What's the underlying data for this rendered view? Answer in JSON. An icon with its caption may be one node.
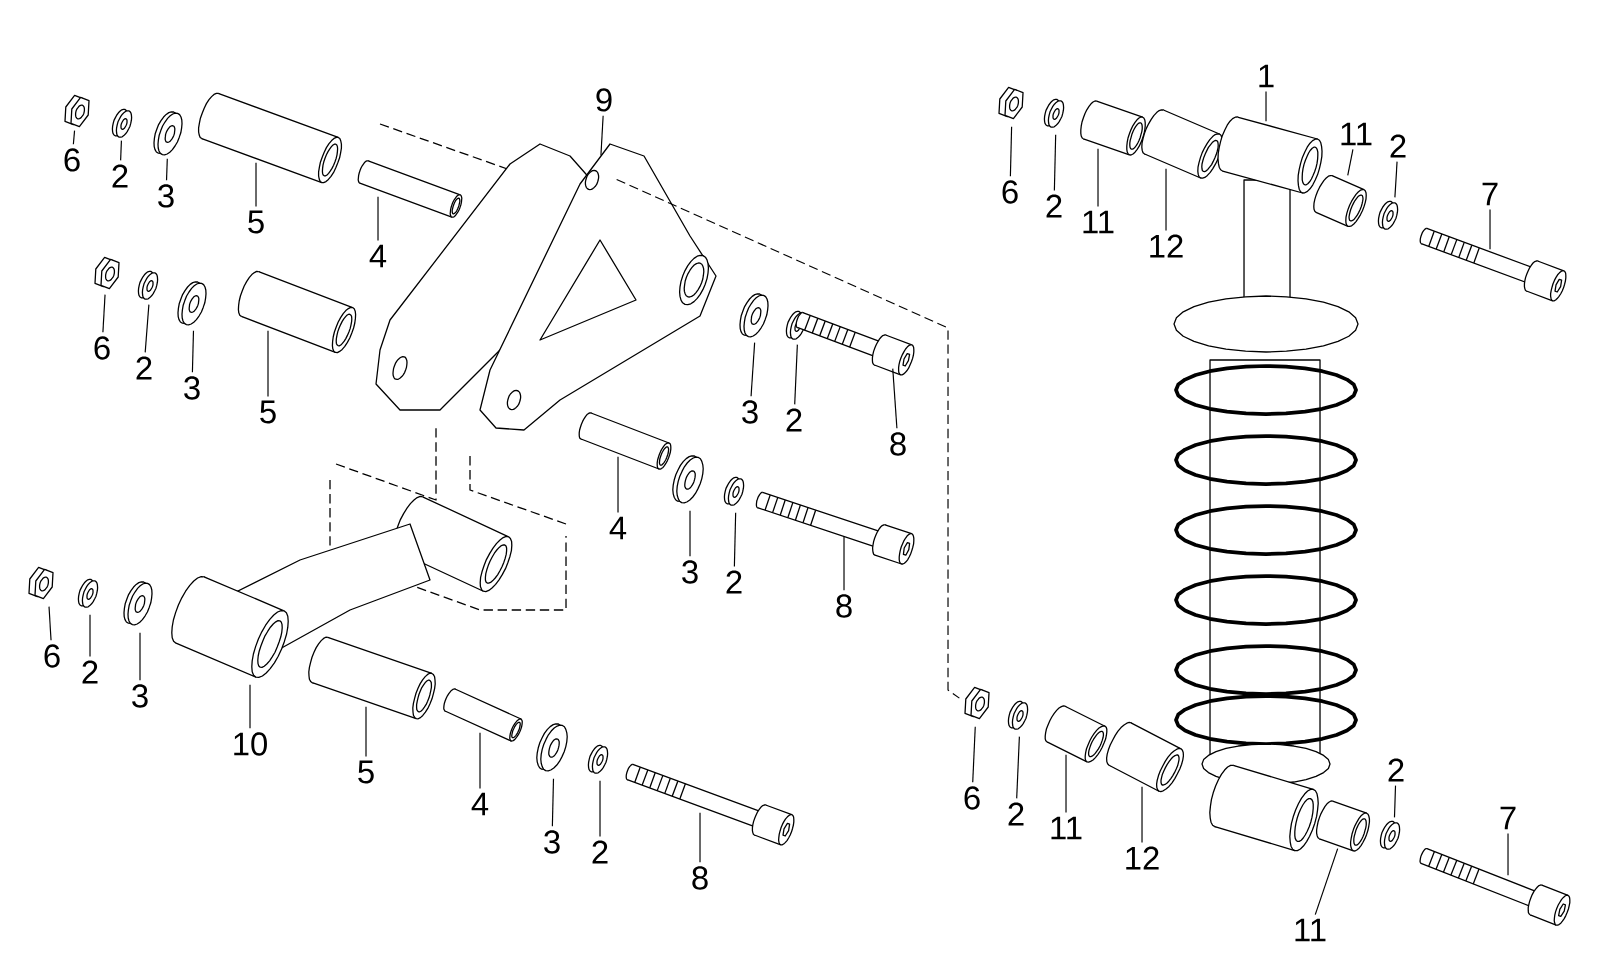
{
  "diagram": {
    "nodes": [
      {
        "text": [
          "6"
        ]
      },
      {
        "text": [
          "2"
        ]
      },
      {
        "text": [
          "3"
        ]
      },
      {
        "text": [
          "5"
        ]
      },
      {
        "text": [
          "4"
        ]
      },
      {
        "text": [
          "9"
        ]
      },
      {
        "text": [
          "6"
        ]
      },
      {
        "text": [
          "2"
        ]
      },
      {
        "text": [
          "3"
        ]
      },
      {
        "text": [
          "5"
        ]
      },
      {
        "text": [
          "3"
        ]
      },
      {
        "text": [
          "2"
        ]
      },
      {
        "text": [
          "8"
        ]
      },
      {
        "text": [
          "4"
        ]
      },
      {
        "text": [
          "3"
        ]
      },
      {
        "text": [
          "2"
        ]
      },
      {
        "text": [
          "8"
        ]
      },
      {
        "text": [
          "6"
        ]
      },
      {
        "text": [
          "2"
        ]
      },
      {
        "text": [
          "3"
        ]
      },
      {
        "text": [
          "10"
        ]
      },
      {
        "text": [
          "5"
        ]
      },
      {
        "text": [
          "4"
        ]
      },
      {
        "text": [
          "3"
        ]
      },
      {
        "text": [
          "2"
        ]
      },
      {
        "text": [
          "8"
        ]
      },
      {
        "text": [
          "6"
        ]
      },
      {
        "text": [
          "2"
        ]
      },
      {
        "text": [
          "11"
        ]
      },
      {
        "text": [
          "12"
        ]
      },
      {
        "text": [
          "1"
        ]
      },
      {
        "text": [
          "11"
        ]
      },
      {
        "text": [
          "2"
        ]
      },
      {
        "text": [
          "7"
        ]
      },
      {
        "text": [
          "6"
        ]
      },
      {
        "text": [
          "2"
        ]
      },
      {
        "text": [
          "11"
        ]
      },
      {
        "text": [
          "12"
        ]
      },
      {
        "text": [
          "2"
        ]
      },
      {
        "text": [
          "7"
        ]
      },
      {
        "text": [
          "11"
        ]
      },
      {
        "text": [],
        "shape": "picture"
      },
      {
        "text": [],
        "shape": "picture"
      },
      {
        "text": [],
        "shape": "picture"
      },
      {
        "text": [],
        "shape": "picture"
      },
      {
        "text": [],
        "shape": "picture"
      },
      {
        "text": [],
        "shape": "picture"
      },
      {
        "text": [],
        "shape": "picture"
      },
      {
        "text": [],
        "shape": "picture"
      },
      {
        "text": [],
        "shape": "picture"
      },
      {
        "text": [],
        "shape": "picture"
      },
      {
        "text": [],
        "shape": "picture"
      },
      {
        "text": [],
        "shape": "picture"
      },
      {
        "text": [],
        "shape": "picture"
      },
      {
        "text": [],
        "shape": "picture"
      },
      {
        "text": [],
        "shape": "picture"
      },
      {
        "text": [],
        "shape": "picture"
      },
      {
        "text": [],
        "shape": "picture"
      },
      {
        "text": [],
        "shape": "picture"
      },
      {
        "text": [],
        "shape": "picture"
      },
      {
        "text": [],
        "shape": "picture"
      },
      {
        "text": [],
        "shape": "picture"
      },
      {
        "text": [],
        "shape": "picture"
      },
      {
        "text": [],
        "shape": "picture"
      },
      {
        "text": [],
        "shape": "picture"
      },
      {
        "text": [],
        "shape": "picture"
      },
      {
        "text": [],
        "shape": "picture"
      },
      {
        "text": [],
        "shape": "picture"
      },
      {
        "text": [],
        "shape": "picture"
      },
      {
        "text": [],
        "shape": "picture"
      },
      {
        "text": [],
        "shape": "picture"
      },
      {
        "text": [],
        "shape": "picture"
      },
      {
        "text": [],
        "shape": "picture"
      },
      {
        "text": [],
        "shape": "picture"
      },
      {
        "text": [],
        "shape": "picture"
      },
      {
        "text": [],
        "shape": "picture"
      },
      {
        "text": [],
        "shape": "picture"
      },
      {
        "text": [],
        "shape": "picture"
      },
      {
        "text": [],
        "shape": "picture"
      },
      {
        "text": [],
        "shape": "picture"
      },
      {
        "text": [],
        "shape": "picture"
      },
      {
        "text": [],
        "shape": "picture"
      }
    ],
    "edges": [
      {
        "from": 0,
        "to": 41,
        "arrow": "none"
      },
      {
        "from": 1,
        "to": 42,
        "arrow": "none"
      },
      {
        "from": 2,
        "to": 43,
        "arrow": "none"
      },
      {
        "from": 3,
        "to": 44,
        "arrow": "none"
      },
      {
        "from": 4,
        "to": 45,
        "arrow": "none"
      },
      {
        "from": 5,
        "to": 46,
        "arrow": "none"
      },
      {
        "from": 6,
        "to": 47,
        "arrow": "none"
      },
      {
        "from": 7,
        "to": 48,
        "arrow": "none"
      },
      {
        "from": 8,
        "to": 49,
        "arrow": "none"
      },
      {
        "from": 9,
        "to": 50,
        "arrow": "none"
      },
      {
        "from": 10,
        "to": 51,
        "arrow": "none"
      },
      {
        "from": 11,
        "to": 52,
        "arrow": "none"
      },
      {
        "from": 12,
        "to": 53,
        "arrow": "none"
      },
      {
        "from": 13,
        "to": 54,
        "arrow": "none"
      },
      {
        "from": 14,
        "to": 55,
        "arrow": "none"
      },
      {
        "from": 15,
        "to": 56,
        "arrow": "none"
      },
      {
        "from": 16,
        "to": 57,
        "arrow": "none"
      },
      {
        "from": 17,
        "to": 58,
        "arrow": "none"
      },
      {
        "from": 18,
        "to": 59,
        "arrow": "none"
      },
      {
        "from": 19,
        "to": 60,
        "arrow": "none"
      },
      {
        "from": 20,
        "to": 61,
        "arrow": "none"
      },
      {
        "from": 21,
        "to": 62,
        "arrow": "none"
      },
      {
        "from": 22,
        "to": 63,
        "arrow": "none"
      },
      {
        "from": 23,
        "to": 64,
        "arrow": "none"
      },
      {
        "from": 24,
        "to": 65,
        "arrow": "none"
      },
      {
        "from": 25,
        "to": 66,
        "arrow": "none"
      },
      {
        "from": 26,
        "to": 67,
        "arrow": "none"
      },
      {
        "from": 27,
        "to": 68,
        "arrow": "none"
      },
      {
        "from": 28,
        "to": 69,
        "arrow": "none"
      },
      {
        "from": 29,
        "to": 70,
        "arrow": "none"
      },
      {
        "from": 30,
        "to": 71,
        "arrow": "none"
      },
      {
        "from": 31,
        "to": 72,
        "arrow": "none"
      },
      {
        "from": 32,
        "to": 73,
        "arrow": "none"
      },
      {
        "from": 33,
        "to": 74,
        "arrow": "none"
      },
      {
        "from": 34,
        "to": 75,
        "arrow": "none"
      },
      {
        "from": 35,
        "to": 76,
        "arrow": "none"
      },
      {
        "from": 36,
        "to": 77,
        "arrow": "none"
      },
      {
        "from": 37,
        "to": 78,
        "arrow": "none"
      },
      {
        "from": 38,
        "to": 79,
        "arrow": "none"
      },
      {
        "from": 39,
        "to": 80,
        "arrow": "none"
      },
      {
        "from": 40,
        "to": 81,
        "arrow": "none"
      },
      {
        "from": 46,
        "to": 75,
        "arrow": "none",
        "style": "dashed"
      }
    ]
  }
}
